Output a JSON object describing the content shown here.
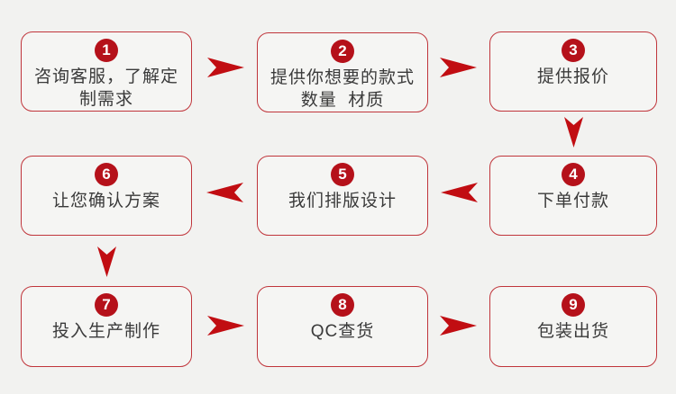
{
  "colors": {
    "background": "#f2f2f0",
    "box_background": "#f5f5f3",
    "box_border_red": "#c0353b",
    "circle_red": "#b5111a",
    "arrow_red": "#c10d12",
    "text": "#3a3a3a"
  },
  "flow": {
    "steps": [
      {
        "number": "1",
        "lines": [
          "咨询客服，了解定",
          "制需求"
        ]
      },
      {
        "number": "2",
        "lines": [
          "提供你想要的款式",
          "数量  材质"
        ]
      },
      {
        "number": "3",
        "lines": [
          "提供报价"
        ]
      },
      {
        "number": "4",
        "lines": [
          "下单付款"
        ]
      },
      {
        "number": "5",
        "lines": [
          "我们排版设计"
        ]
      },
      {
        "number": "6",
        "lines": [
          "让您确认方案"
        ]
      },
      {
        "number": "7",
        "lines": [
          "投入生产制作"
        ]
      },
      {
        "number": "8",
        "lines": [
          "QC查货"
        ]
      },
      {
        "number": "9",
        "lines": [
          "包装出货"
        ]
      }
    ],
    "connections": [
      {
        "from": "1",
        "to": "2",
        "direction": "right"
      },
      {
        "from": "2",
        "to": "3",
        "direction": "right"
      },
      {
        "from": "3",
        "to": "4",
        "direction": "down"
      },
      {
        "from": "4",
        "to": "5",
        "direction": "left"
      },
      {
        "from": "5",
        "to": "6",
        "direction": "left"
      },
      {
        "from": "6",
        "to": "7",
        "direction": "down"
      },
      {
        "from": "7",
        "to": "8",
        "direction": "right"
      },
      {
        "from": "8",
        "to": "9",
        "direction": "right"
      }
    ]
  }
}
